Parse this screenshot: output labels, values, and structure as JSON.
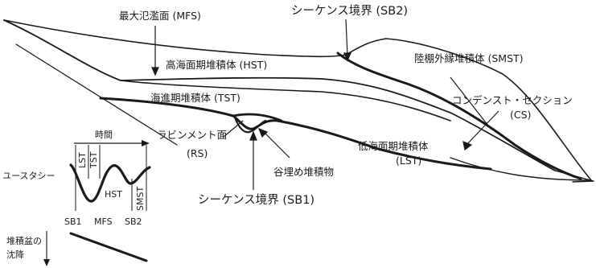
{
  "labels": {
    "mfs": "最大氾濫面 (MFS)",
    "sb2": "シーケンス境界 (SB2)",
    "hst": "高海面期堆積体 (HST)",
    "smst": "陸棚外縁堆積体 (SMST)",
    "cs_line1": "コンデンスト・セクション",
    "cs_line2": "(CS)",
    "tst": "海進期堆積体 (TST)",
    "rs_line1": "ラビンメント面",
    "rs_line2": "(RS)",
    "lst_line1": "低海面期堆積体",
    "lst_line2": "(LST)",
    "valley_fill": "谷埋め堆積物",
    "sb1": "シーケンス境界 (SB1)"
  },
  "inset": {
    "time": "時間",
    "eustasy": "ユースタシー",
    "stage_lst": "LST",
    "stage_tst": "TST",
    "stage_hst": "HST",
    "stage_smst": "SMST",
    "tick_sb1": "SB1",
    "tick_mfs": "MFS",
    "tick_sb2": "SB2",
    "subsidence_line1": "堆積盆の",
    "subsidence_line2": "沈降"
  },
  "colors": {
    "line": "#1a1a1a",
    "background": "#ffffff"
  }
}
